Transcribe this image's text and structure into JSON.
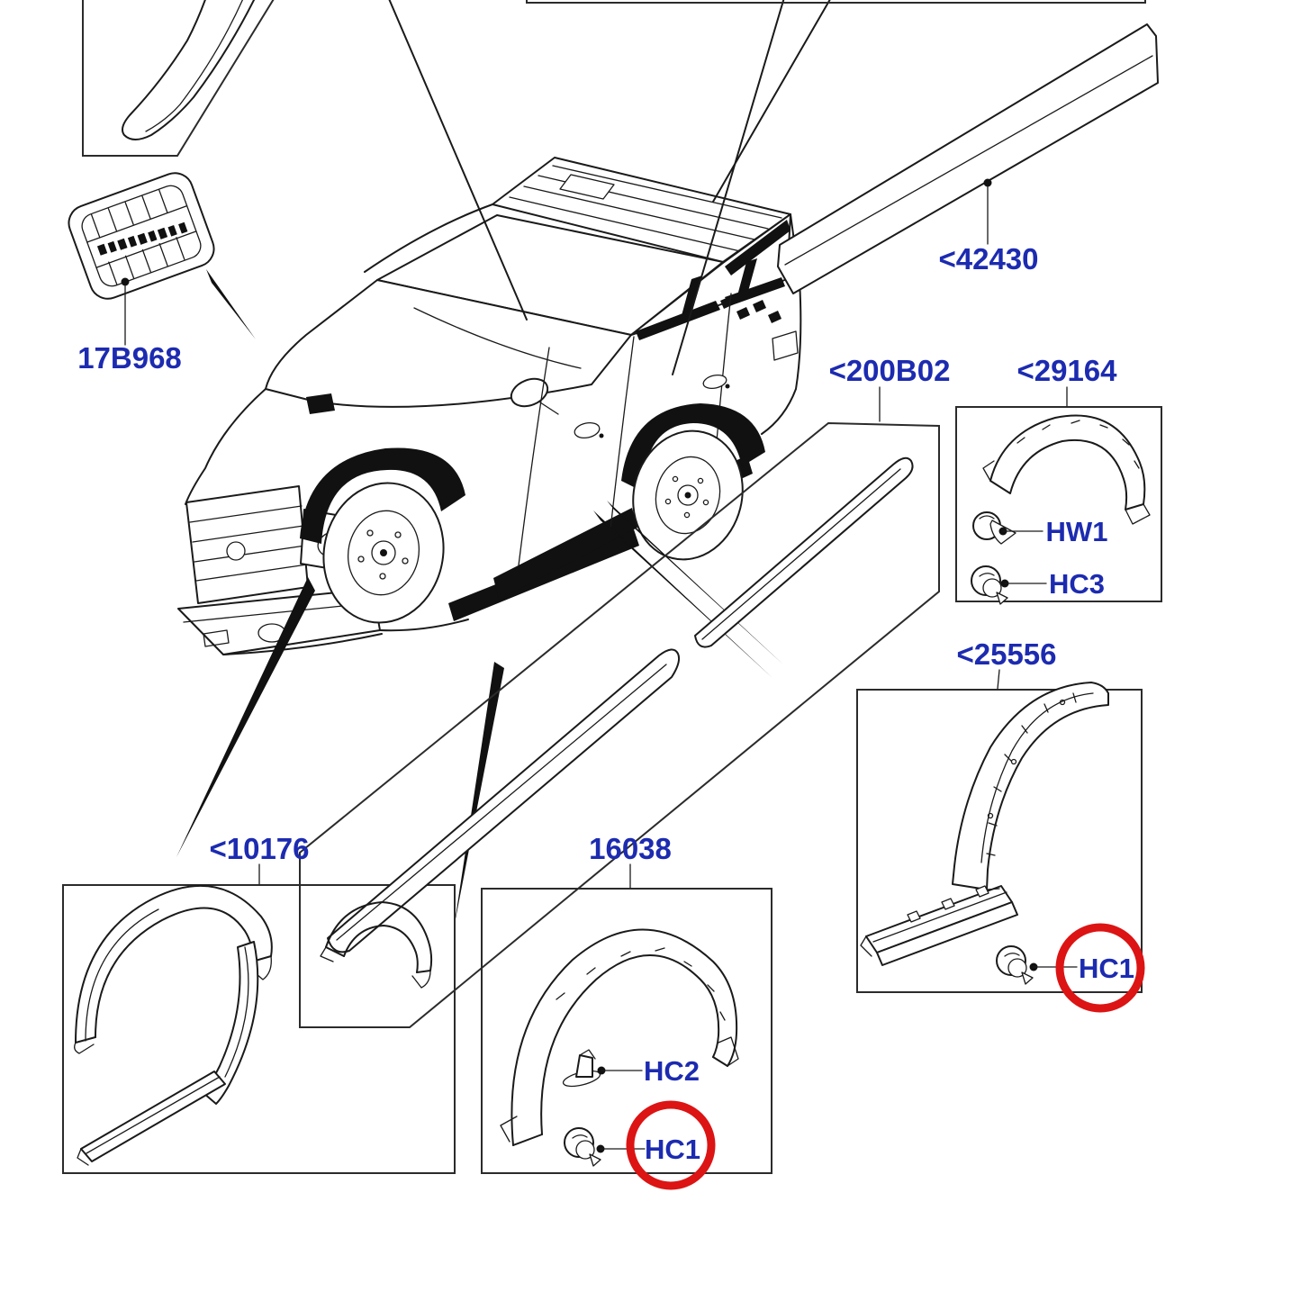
{
  "app": {
    "type": "parts-catalog-diagram",
    "subject": "SUV body side mouldings and wheel arch trims"
  },
  "colors": {
    "background": "#ffffff",
    "line": "#1a1a1a",
    "label_blue": "#1c2bb0",
    "highlight_red": "#dc1414",
    "fill_black": "#111111"
  },
  "callouts": {
    "vent_grille": "17B968",
    "upper_moulding": "<42430",
    "door_mouldings": "<200B02",
    "rear_arch_kit": "<29164",
    "screw_hw1": "HW1",
    "clip_hc3": "HC3",
    "pillar_sill_trim": "<25556",
    "clip_hc1_pillar": "HC1",
    "front_arch_kit": "<10176",
    "wheel_arch_moulding": "16038",
    "clip_hc2": "HC2",
    "clip_hc1_arch": "HC1"
  }
}
